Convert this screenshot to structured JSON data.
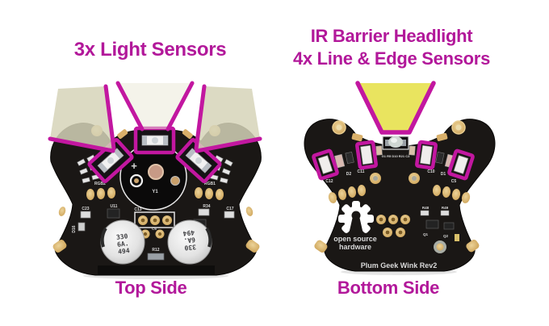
{
  "figure": {
    "description_colors": {
      "magenta_text": "#b2189a",
      "magenta_outline": "#c217a0",
      "beam_yellow": "#e9e45f",
      "beam_beige_side": "rgba(214,211,184,0.85)",
      "beam_center_light": "rgba(233,231,213,0.5)",
      "board_black": "#1a1715",
      "pad_gold": "#d2a45a"
    }
  },
  "annotations": {
    "left_title": "3x Light Sensors",
    "right_title_line1": "IR Barrier Headlight",
    "right_title_line2": "4x Line & Edge Sensors",
    "left_caption": "Top Side",
    "right_caption": "Bottom Side"
  },
  "top_board": {
    "silkscreen": {
      "plus": "+",
      "buzzer": "Y1",
      "rgb_left": "RGB2",
      "rgb_right": "RGB1",
      "c23": "C23",
      "u11": "U11",
      "d16": "D16",
      "c13": "C13",
      "c6": "C6",
      "r12": "R12",
      "r34": "R34",
      "c17": "C17"
    },
    "capacitor_lines": [
      "330",
      "6A.",
      "494"
    ]
  },
  "bottom_board": {
    "silkscreen": {
      "c12": "C12",
      "d2": "D2",
      "c11": "C11",
      "c10": "C10",
      "d1": "D1",
      "c5": "C5",
      "center_row": "G1 R5 D10 R21 C3",
      "r48": "R48",
      "r49": "R49",
      "q1": "Q1",
      "q2": "Q2"
    },
    "oshw_line1": "open source",
    "oshw_line2": "hardware",
    "board_name": "Plum Geek Wink Rev2"
  }
}
